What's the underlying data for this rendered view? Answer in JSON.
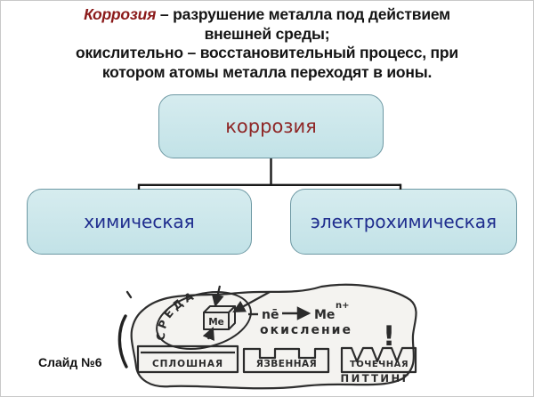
{
  "header": {
    "term": "Коррозия",
    "definition_rest": " – разрушение металла под действием",
    "line2": "внешней среды;",
    "line3": "окислительно – восстановительный процесс, при",
    "line4": "котором атомы металла переходят в ионы."
  },
  "diagram": {
    "root": "коррозия",
    "children": [
      {
        "label": "химическая"
      },
      {
        "label": "электрохимическая"
      }
    ]
  },
  "sketch": {
    "environment": "СРЕДА",
    "metal": "Ме",
    "equation": {
      "minus_electrons": "nē",
      "product": "Ме",
      "charge": "n+"
    },
    "process": "окисление",
    "exclamation": "!",
    "corrosion_types": [
      {
        "label": "СПЛОШНАЯ"
      },
      {
        "label": "ЯЗВЕННАЯ"
      },
      {
        "label": "ТОЧЕЧНАЯ",
        "sublabel": "ПИТТИНГ"
      }
    ]
  },
  "footer": {
    "slide_label": "Слайд №6"
  },
  "colors": {
    "box_fill": "#c9e5e9",
    "box_border": "#6d98a3",
    "root_text": "#8e2626",
    "child_text": "#1f2d8e",
    "term_red": "#8b1a1a",
    "connector": "#1a1a1a",
    "sketch_ink": "#2b2b2b"
  }
}
